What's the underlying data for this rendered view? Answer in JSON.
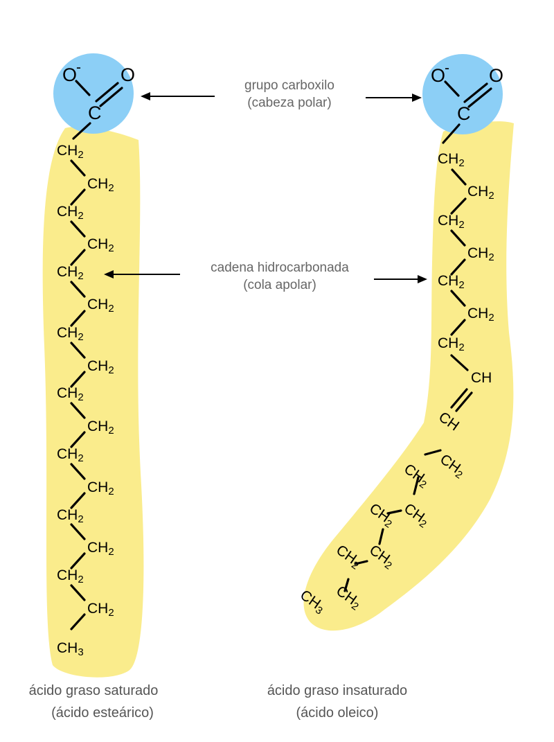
{
  "colors": {
    "tail": "#faec8c",
    "head": "#8ccff6",
    "text": "#000000",
    "label": "#666666"
  },
  "labels": {
    "head_title": "grupo carboxilo",
    "head_sub": "(cabeza polar)",
    "tail_title": "cadena hidrocarbonada",
    "tail_sub": "(cola apolar)"
  },
  "saturated": {
    "name": "ácido graso saturado",
    "example": "(ácido esteárico)",
    "head": {
      "o_minus": "O",
      "charge": "-",
      "o_double": "O",
      "carbon": "C"
    },
    "chain": [
      "CH2",
      "CH2",
      "CH2",
      "CH2",
      "CH2",
      "CH2",
      "CH2",
      "CH2",
      "CH2",
      "CH2",
      "CH2",
      "CH2",
      "CH2",
      "CH2",
      "CH2",
      "CH2",
      "CH3"
    ]
  },
  "unsaturated": {
    "name": "ácido graso insaturado",
    "example": "(ácido oleico)",
    "head": {
      "o_minus": "O",
      "charge": "-",
      "o_double": "O",
      "carbon": "C"
    },
    "chain": [
      "CH2",
      "CH2",
      "CH2",
      "CH2",
      "CH2",
      "CH2",
      "CH2",
      "CH",
      "CH",
      "CH2",
      "CH2",
      "CH2",
      "CH2",
      "CH2",
      "CH2",
      "CH2",
      "CH3"
    ]
  }
}
